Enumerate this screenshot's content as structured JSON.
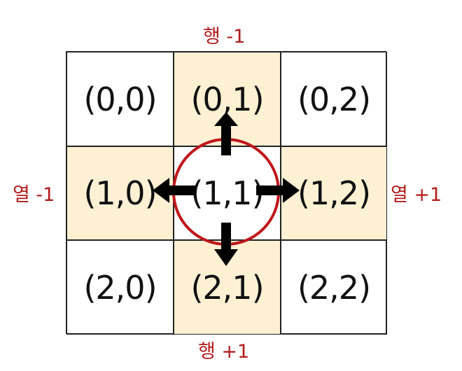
{
  "cells": [
    {
      "label": "(0,0)",
      "highlight": false
    },
    {
      "label": "(0,1)",
      "highlight": true
    },
    {
      "label": "(0,2)",
      "highlight": false
    },
    {
      "label": "(1,0)",
      "highlight": true
    },
    {
      "label": "(1,1)",
      "highlight": false
    },
    {
      "label": "(1,2)",
      "highlight": true
    },
    {
      "label": "(2,0)",
      "highlight": false
    },
    {
      "label": "(2,1)",
      "highlight": true
    },
    {
      "label": "(2,2)",
      "highlight": false
    }
  ],
  "labels": {
    "top": "행 -1",
    "bottom": "행 +1",
    "left": "열 -1",
    "right": "열 +1"
  },
  "colors": {
    "highlight": "#fdf0d3",
    "circle": "#c0151b",
    "arrow": "#000000",
    "label": "#b31b1b"
  },
  "arrows": [
    "up",
    "down",
    "left",
    "right"
  ]
}
